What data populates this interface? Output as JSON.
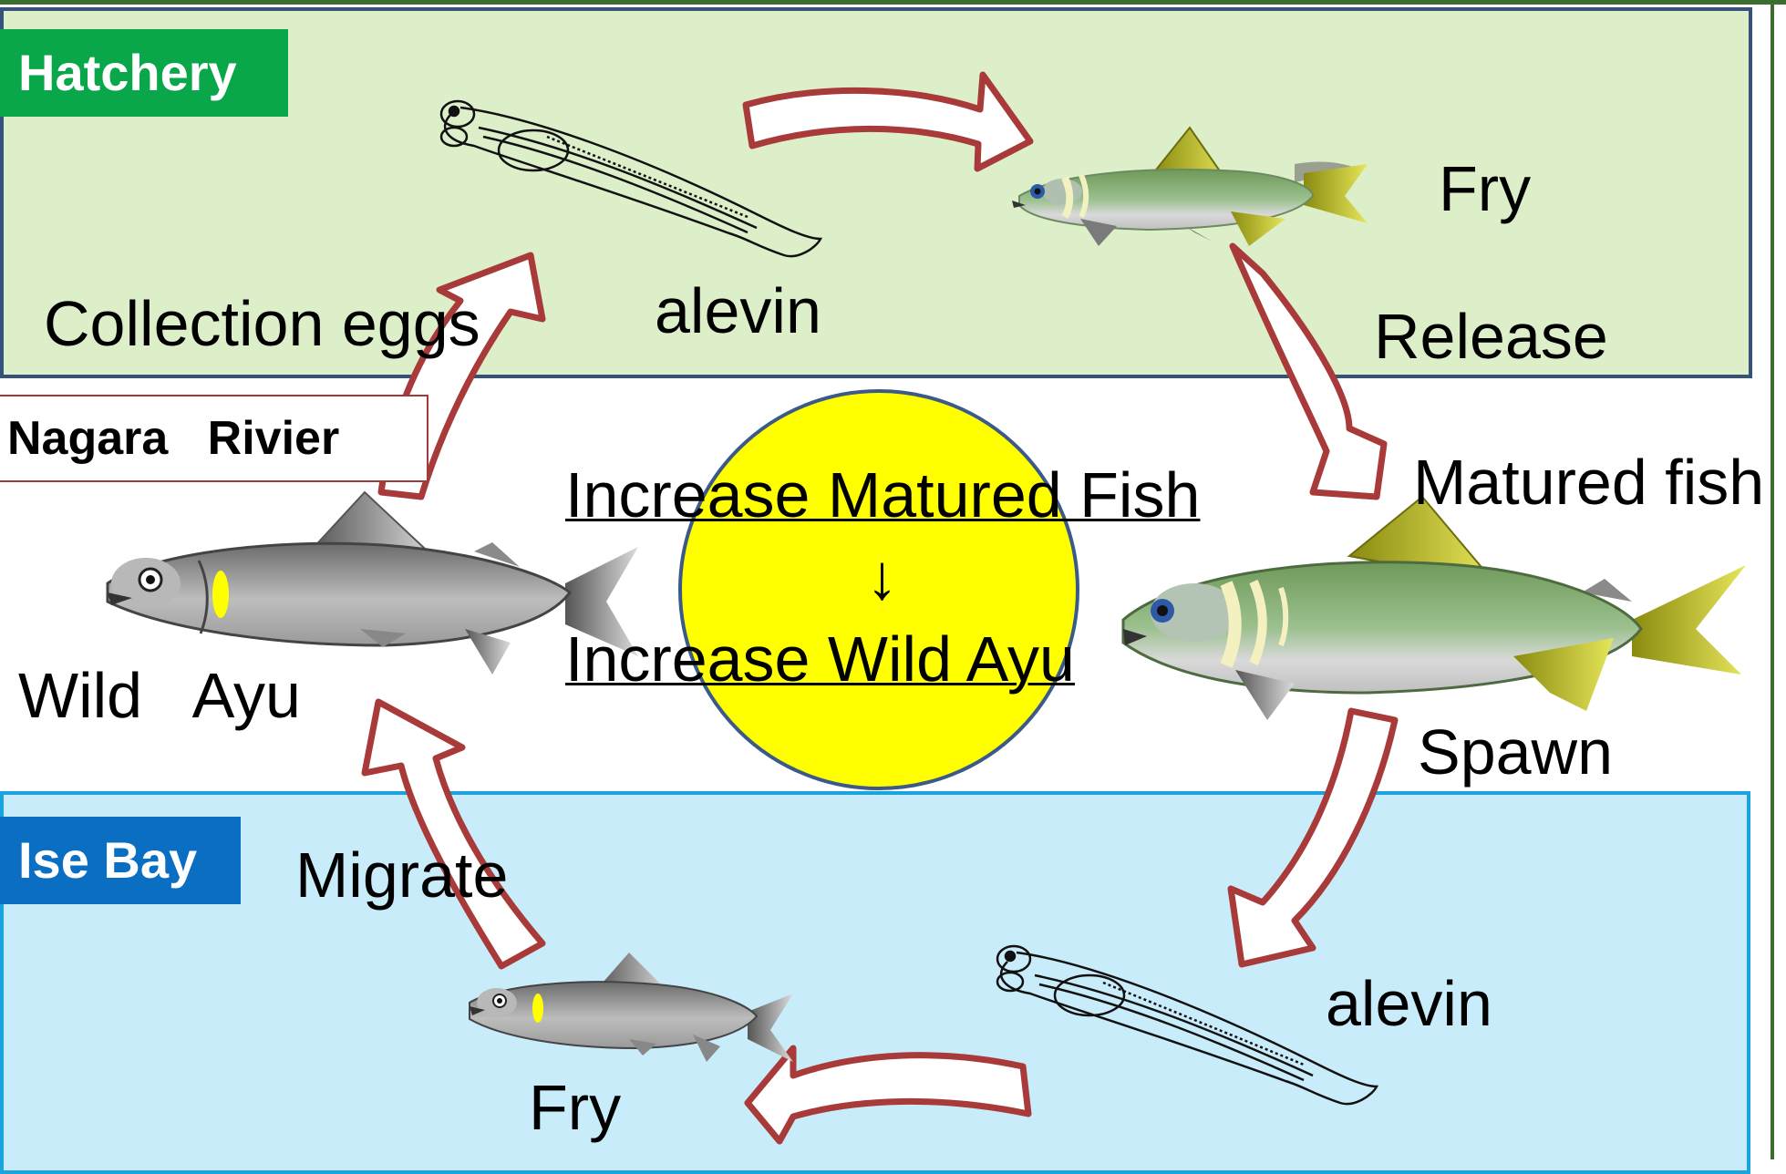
{
  "zones": {
    "hatchery_tag": "Hatchery",
    "river_tag": "Nagara   Rivier",
    "bay_tag": "Ise Bay"
  },
  "labels": {
    "collection_eggs": "Collection eggs",
    "alevin_top": "alevin",
    "fry_top": "Fry",
    "release": "Release",
    "matured_fish": "Matured fish",
    "spawn": "Spawn",
    "alevin_bottom": "alevin",
    "fry_bottom": "Fry",
    "migrate": "Migrate",
    "wild_ayu": "Wild   Ayu"
  },
  "center": {
    "line1": "Increase Matured Fish",
    "arrow": "↓",
    "line2": "Increase Wild Ayu"
  },
  "colors": {
    "hatchery_bg": "#dcefc9",
    "bay_bg": "#c9ecfa",
    "hatchery_tag": "#0aa64a",
    "bay_tag": "#0a6fc2",
    "arrow_outline": "#a83a3a",
    "center_circle": "#ffff00"
  }
}
